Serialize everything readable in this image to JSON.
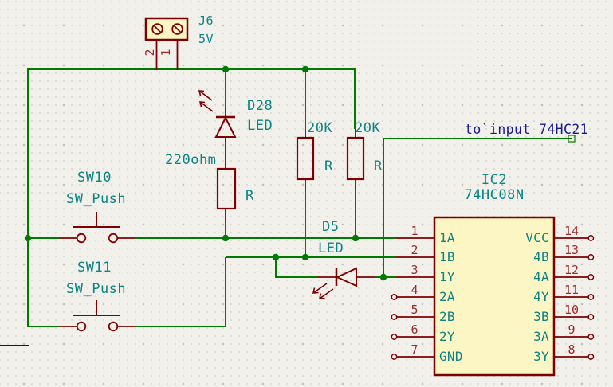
{
  "colors": {
    "wire": "#007A00",
    "symbol": "#7E0000",
    "pin_number": "#9E2B2B",
    "component_text": "#0D8484",
    "net_label_text": "#1A1A8C",
    "component_fill": "#FCF6C5",
    "background": "#F1F0EA"
  },
  "connector_j6": {
    "ref": "J6",
    "value": "5V",
    "pin_numbers": [
      "2",
      "1"
    ]
  },
  "led_d28": {
    "ref": "D28",
    "value": "LED"
  },
  "resistor_r220": {
    "value": "220ohm",
    "ref": "R"
  },
  "resistor_20k_left": {
    "value": "20K",
    "ref": "R"
  },
  "resistor_20k_right": {
    "value": "20K",
    "ref": "R"
  },
  "switch_sw10": {
    "ref": "SW10",
    "value": "SW_Push"
  },
  "switch_sw11": {
    "ref": "SW11",
    "value": "SW_Push"
  },
  "led_d5": {
    "ref": "D5",
    "value": "LED"
  },
  "net_label": {
    "text": "to`input 74HC21"
  },
  "ic2": {
    "ref": "IC2",
    "value": "74HC08N",
    "left_pins": [
      {
        "num": "1",
        "name": "1A"
      },
      {
        "num": "2",
        "name": "1B"
      },
      {
        "num": "3",
        "name": "1Y"
      },
      {
        "num": "4",
        "name": "2A"
      },
      {
        "num": "5",
        "name": "2B"
      },
      {
        "num": "6",
        "name": "2Y"
      },
      {
        "num": "7",
        "name": "GND"
      }
    ],
    "right_pins": [
      {
        "num": "14",
        "name": "VCC"
      },
      {
        "num": "13",
        "name": "4B"
      },
      {
        "num": "12",
        "name": "4A"
      },
      {
        "num": "11",
        "name": "4Y"
      },
      {
        "num": "10",
        "name": "3B"
      },
      {
        "num": "9",
        "name": "3A"
      },
      {
        "num": "8",
        "name": "3Y"
      }
    ]
  }
}
